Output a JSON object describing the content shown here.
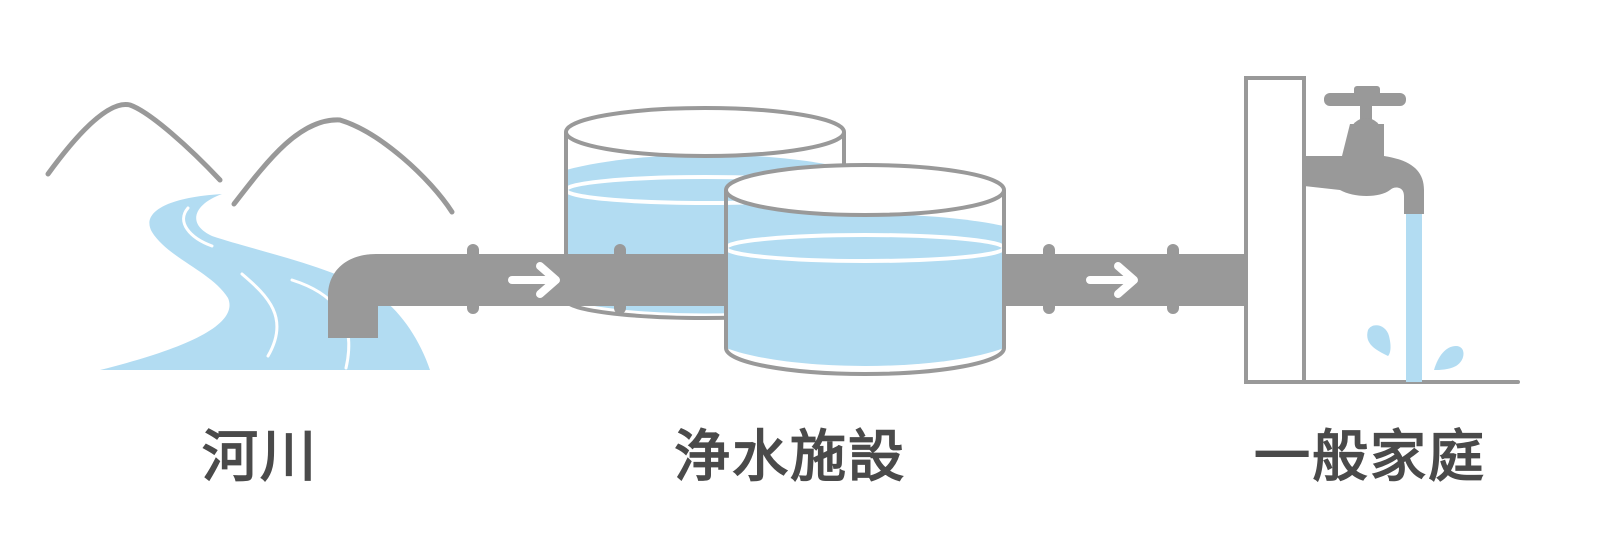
{
  "labels": {
    "river": "河川",
    "plant": "浄水施設",
    "home": "一般家庭"
  },
  "colors": {
    "pipe": "#999999",
    "outline": "#999999",
    "water": "#b2dcf2",
    "arrow": "#ffffff",
    "label_text": "#4a4a4a"
  },
  "icons": [
    "mountain-icon",
    "river-icon",
    "intake-pipe-icon",
    "tank-icon",
    "flow-arrow-icon",
    "wall-icon",
    "faucet-icon",
    "water-drop-icon"
  ]
}
